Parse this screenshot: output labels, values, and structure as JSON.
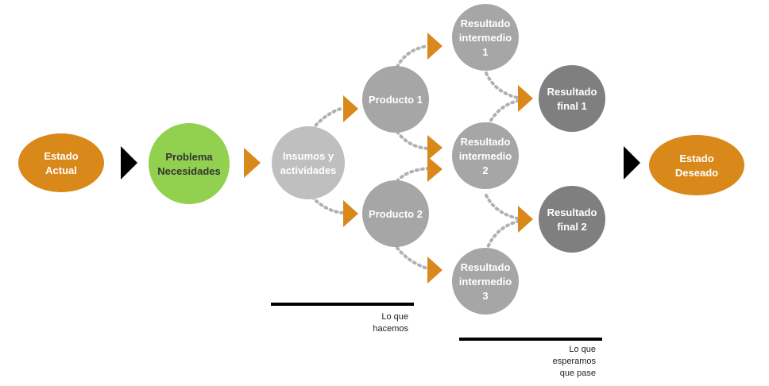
{
  "colors": {
    "orange": "#d9881a",
    "green": "#92d050",
    "gray_light": "#bfbfbf",
    "gray_mid": "#a6a6a6",
    "gray_dark": "#7f7f7f",
    "black": "#000000",
    "connector": "#b0b0b0"
  },
  "nodes": {
    "estado_actual": [
      "Estado",
      "Actual"
    ],
    "problema": [
      "Problema",
      "Necesidades"
    ],
    "insumos": [
      "Insumos y",
      "actividades"
    ],
    "producto_1": [
      "Producto 1"
    ],
    "producto_2": [
      "Producto 2"
    ],
    "resultado_intermedio_1": [
      "Resultado",
      "intermedio",
      "1"
    ],
    "resultado_intermedio_2": [
      "Resultado",
      "intermedio",
      "2"
    ],
    "resultado_intermedio_3": [
      "Resultado",
      "intermedio",
      "3"
    ],
    "resultado_final_1": [
      "Resultado",
      "final 1"
    ],
    "resultado_final_2": [
      "Resultado",
      "final 2"
    ],
    "estado_deseado": [
      "Estado",
      "Deseado"
    ]
  },
  "captions": {
    "lo_que_hacemos": [
      "Lo que",
      "hacemos"
    ],
    "lo_que_esperamos": [
      "Lo que",
      "esperamos",
      "que pase"
    ]
  }
}
